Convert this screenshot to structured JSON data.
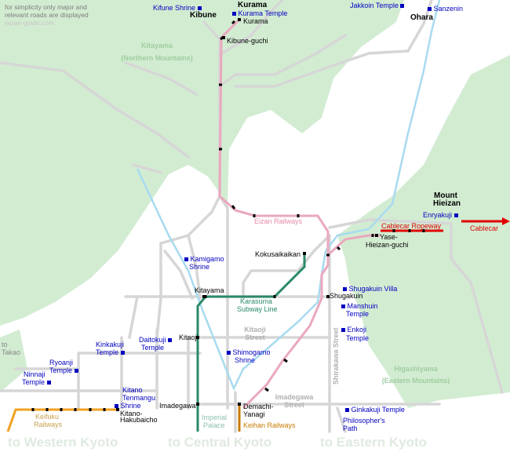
{
  "note": {
    "line1": "for simplicity only major and",
    "line2": "relevant roads are displayed",
    "credit": "japan-guide.com"
  },
  "towns": {
    "kibune": "Kibune",
    "kurama": "Kurama",
    "ohara": "Ohara",
    "mount_hieizan_1": "Mount",
    "mount_hieizan_2": "Hieizan"
  },
  "sights": {
    "kifune_shrine": "Kifune Shrine",
    "kurama_temple": "Kurama Temple",
    "jakkoin_temple": "Jakkoin Temple",
    "sanzenin": "Sanzenin",
    "enryakuji": "Enryakuji",
    "kamigamo_1": "Kamigamo",
    "kamigamo_2": "Shrine",
    "shugakuin_villa": "Shugakuin Villa",
    "manshuin_1": "Manshuin",
    "manshuin_2": "Temple",
    "enkoji_1": "Enkoji",
    "enkoji_2": "Temple",
    "kinkakuji_1": "Kinkakuji",
    "kinkakuji_2": "Temple",
    "daitokuji_1": "Daitokuji",
    "daitokuji_2": "Temple",
    "shimogamo_1": "Shimogamo",
    "shimogamo_2": "Shrine",
    "ryoanji_1": "Ryoanji",
    "ryoanji_2": "Temple",
    "ninnaji_1": "Ninnaji",
    "ninnaji_2": "Temple",
    "kitano_1": "Kitano",
    "kitano_2": "Tenmangu",
    "kitano_3": "Shrine",
    "ginkakuji": "Ginkakuji Temple",
    "philosophers_1": "Philosopher's",
    "philosophers_2": "Path"
  },
  "stations": {
    "kurama": "Kurama",
    "kibune_guchi": "Kibune-guchi",
    "yase_1": "Yase-",
    "yase_2": "Hieizan-guchi",
    "kokusaikaikan": "Kokusaikaikan",
    "kitayama": "Kitayama",
    "shugakuin": "Shugakuin",
    "kitaoji": "Kitaoji",
    "imadegawa": "Imadegawa",
    "demachi_1": "Demachi-",
    "demachi_2": "Yanagi",
    "kitano_hakubaicho_1": "Kitano-",
    "kitano_hakubaicho_2": "Hakubaicho"
  },
  "regions": {
    "kitayama_1": "Kitayama",
    "kitayama_2": "(Northern Mountains)",
    "higashiyama_1": "Higashiyama",
    "higashiyama_2": "(Eastern Mountains)"
  },
  "streets": {
    "kitaoji_1": "Kitaoji",
    "kitaoji_2": "Street",
    "imadegawa_1": "Imadegawa",
    "imadegawa_2": "Street",
    "shirakawa": "Shirakawa Street",
    "imperial_1": "Imperial",
    "imperial_2": "Palace"
  },
  "lines": {
    "eizan": "Eizan Railways",
    "karasuma_1": "Karasuma",
    "karasuma_2": "Subway Line",
    "cablecar_ropeway": "Cablecar Ropeway",
    "cablecar": "Cablecar",
    "keihan": "Keihan Railways",
    "keifuku_1": "Keifuku",
    "keifuku_2": "Railways",
    "to_takao_1": "to",
    "to_takao_2": "Takao"
  },
  "footer": {
    "western": "to Western Kyoto",
    "central": "to Central Kyoto",
    "eastern": "to Eastern Kyoto"
  },
  "colors": {
    "mountain": "#d2ecd2",
    "eizan": "#eaa8be",
    "karasuma": "#2a8a6a",
    "keihan": "#c87a00",
    "keifuku": "#f0a020",
    "cablecar": "#e00000",
    "river": "#a8daf0",
    "road": "#d6d6d6"
  }
}
